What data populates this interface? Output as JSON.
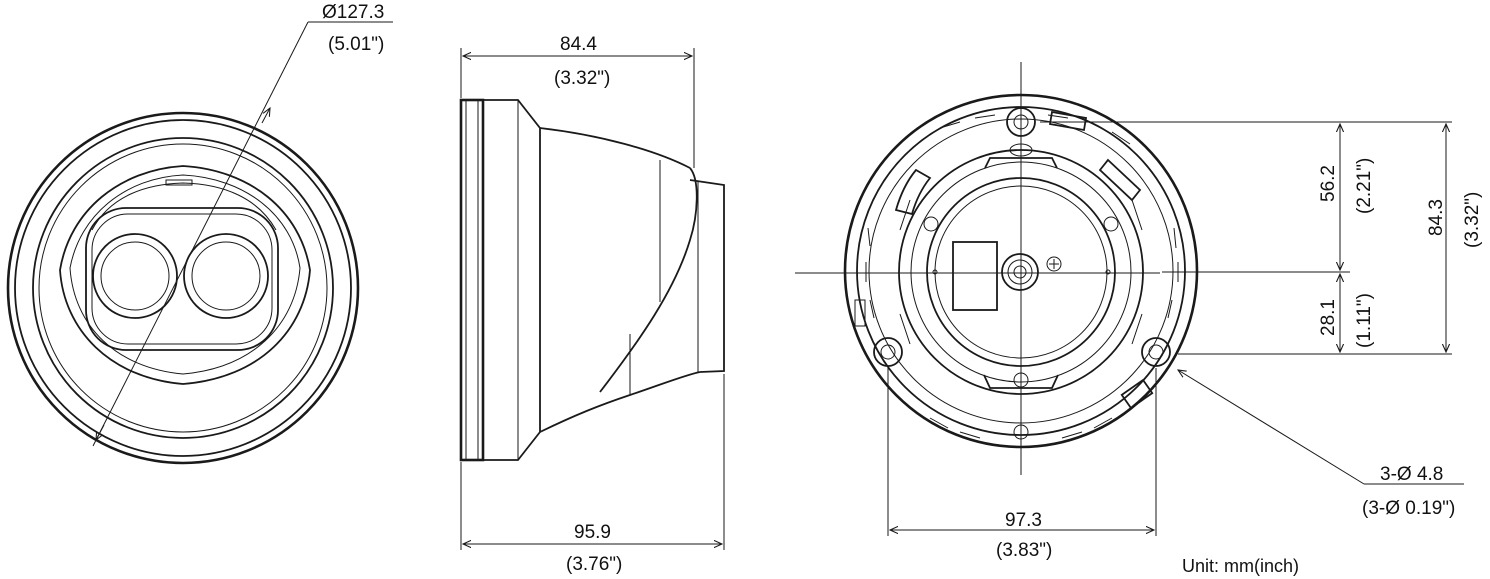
{
  "front_view": {
    "diameter": "Ø127.3",
    "diameter_inch": "(5.01\")"
  },
  "side_view": {
    "top_width": "84.4",
    "top_width_inch": "(3.32\")",
    "bottom_width": "95.9",
    "bottom_width_inch": "(3.76\")"
  },
  "bottom_view": {
    "upper_offset": "56.2",
    "upper_offset_inch": "(2.21\")",
    "lower_offset": "28.1",
    "lower_offset_inch": "(1.11\")",
    "total_height": "84.3",
    "total_height_inch": "(3.32\")",
    "hole_spacing": "97.3",
    "hole_spacing_inch": "(3.83\")",
    "hole_diameter": "3-Ø 4.8",
    "hole_diameter_inch": "(3-Ø 0.19\")"
  },
  "unit_note": "Unit: mm(inch)"
}
